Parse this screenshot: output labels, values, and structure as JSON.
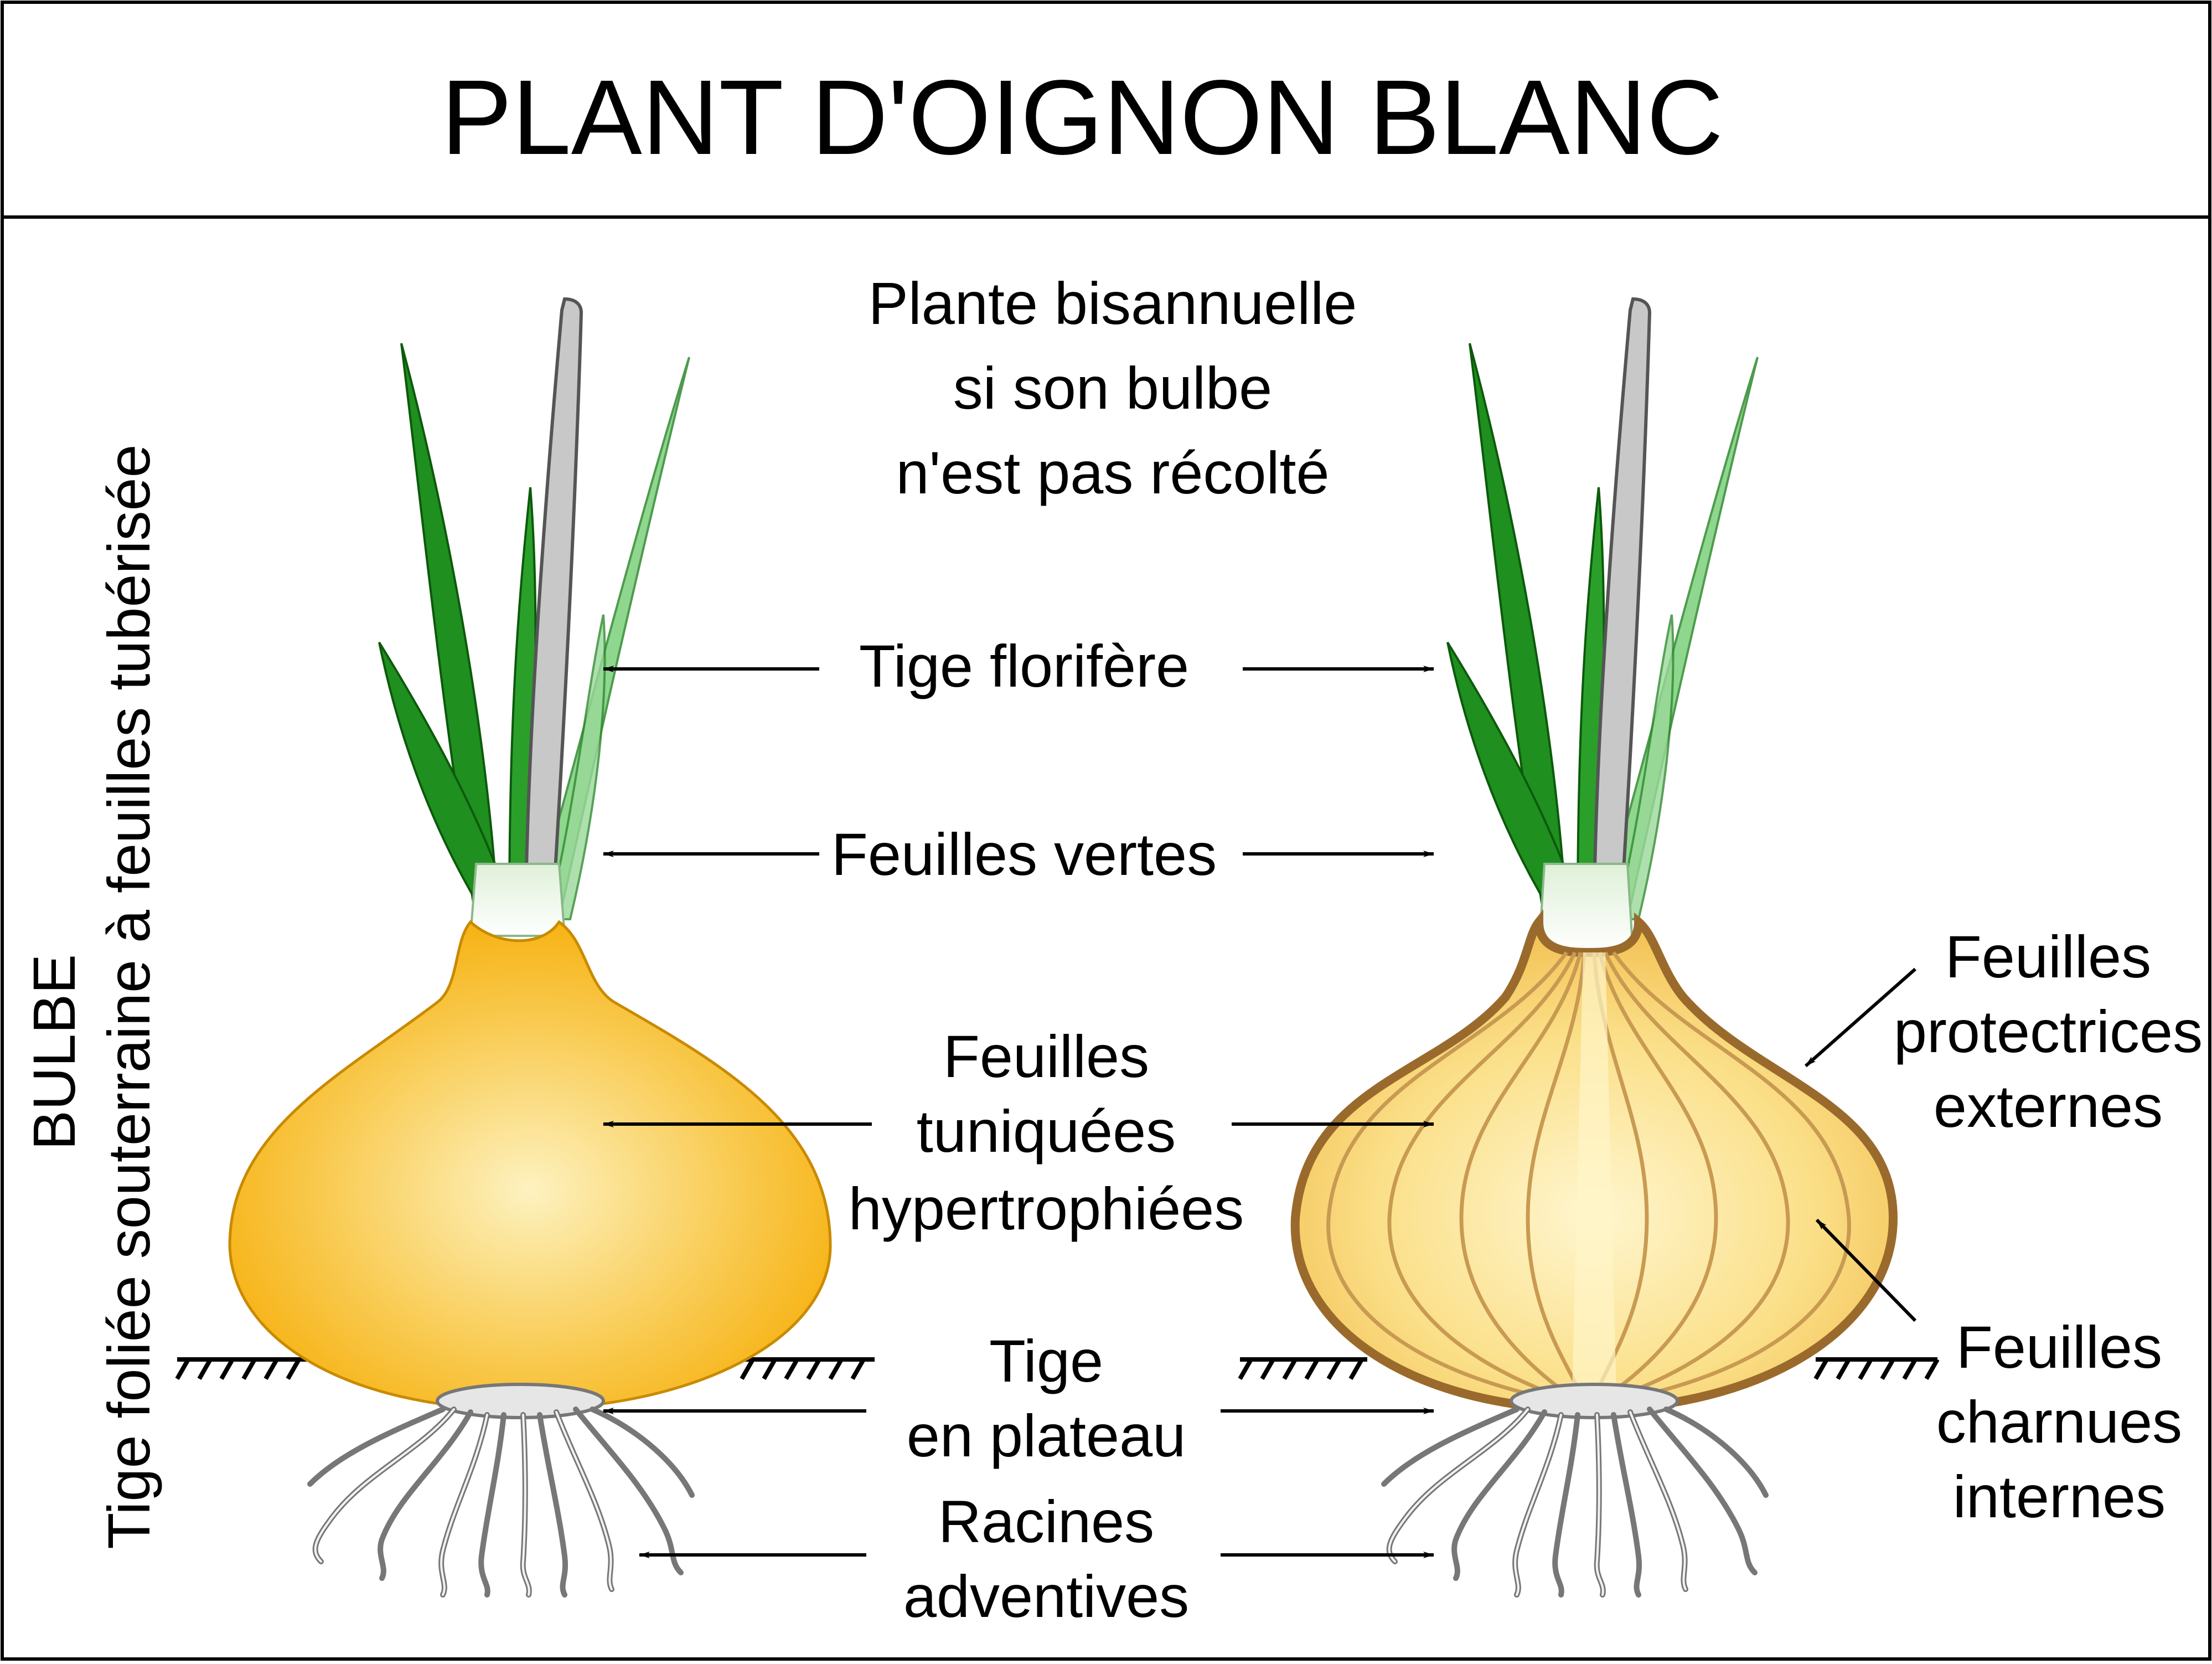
{
  "title": "PLANT D'OIGNON BLANC",
  "intro": {
    "line1": "Plante bisannuelle",
    "line2": "si son bulbe",
    "line3": "n'est pas récolté"
  },
  "labels": {
    "tige_florifere": "Tige florifère",
    "feuilles_vertes": "Feuilles vertes",
    "tuniquees": {
      "line1": "Feuilles",
      "line2": "tuniquées",
      "line3": "hypertrophiées"
    },
    "plateau": {
      "line1": "Tige",
      "line2": "en plateau"
    },
    "racines": {
      "line1": "Racines",
      "line2": "adventives"
    },
    "protectrices": {
      "line1": "Feuilles",
      "line2": "protectrices",
      "line3": "externes"
    },
    "charnues": {
      "line1": "Feuilles",
      "line2": "charnues",
      "line3": "internes"
    }
  },
  "side_text": {
    "bulbe": "BULBE",
    "description": "Tige foliée souterraine à feuilles tubérisée"
  },
  "colors": {
    "leaf_green": "#1f8f1f",
    "stem_gray": "#c8c8c8",
    "bulb_orange": "#fbb30b",
    "bulb_highlight": "#fdeeb0",
    "tunic_brown": "#9a6a2c"
  }
}
